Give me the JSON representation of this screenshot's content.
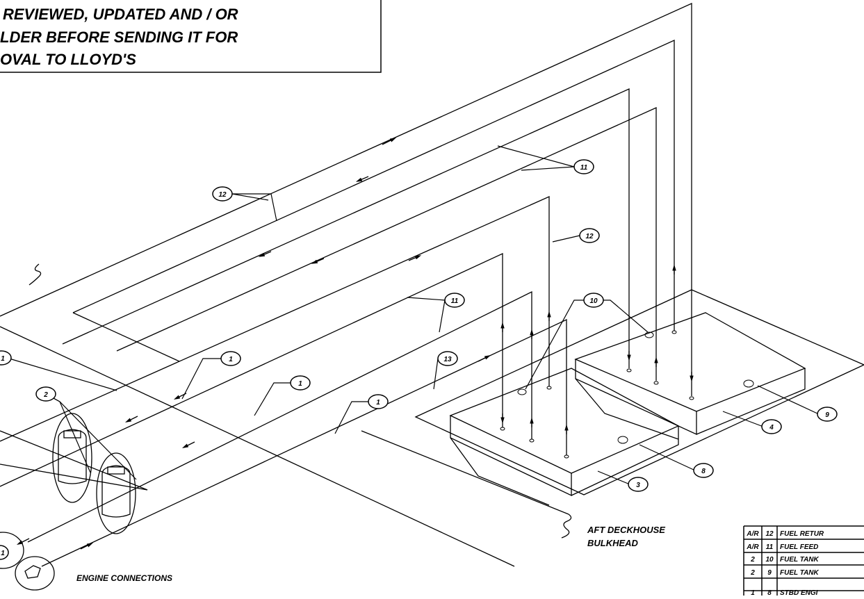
{
  "note": {
    "line1": "REVIEWED, UPDATED AND / OR",
    "line2": "LDER BEFORE SENDING IT FOR",
    "line3": "OVAL TO LLOYD'S"
  },
  "labels": {
    "aft_deckhouse_1": "AFT DECKHOUSE",
    "aft_deckhouse_2": "BULKHEAD",
    "engine_connections": "ENGINE CONNECTIONS"
  },
  "callouts": {
    "c12a": "12",
    "c11a": "11",
    "c12b": "12",
    "c11b": "11",
    "c10": "10",
    "c13": "13",
    "c1a": "1",
    "c1b": "1",
    "c1c": "1",
    "c1d": "1",
    "c1e": "1",
    "c2": "2",
    "c3": "3",
    "c4": "4",
    "c8": "8",
    "c9": "9"
  },
  "parts_table": {
    "rows": [
      [
        "A/R",
        "12",
        "FUEL RETUR"
      ],
      [
        "A/R",
        "11",
        "FUEL FEED"
      ],
      [
        "2",
        "10",
        "FUEL TANK"
      ],
      [
        "2",
        "9",
        "FUEL TANK"
      ],
      [
        "1",
        "8",
        "STBD ENGI"
      ]
    ]
  }
}
